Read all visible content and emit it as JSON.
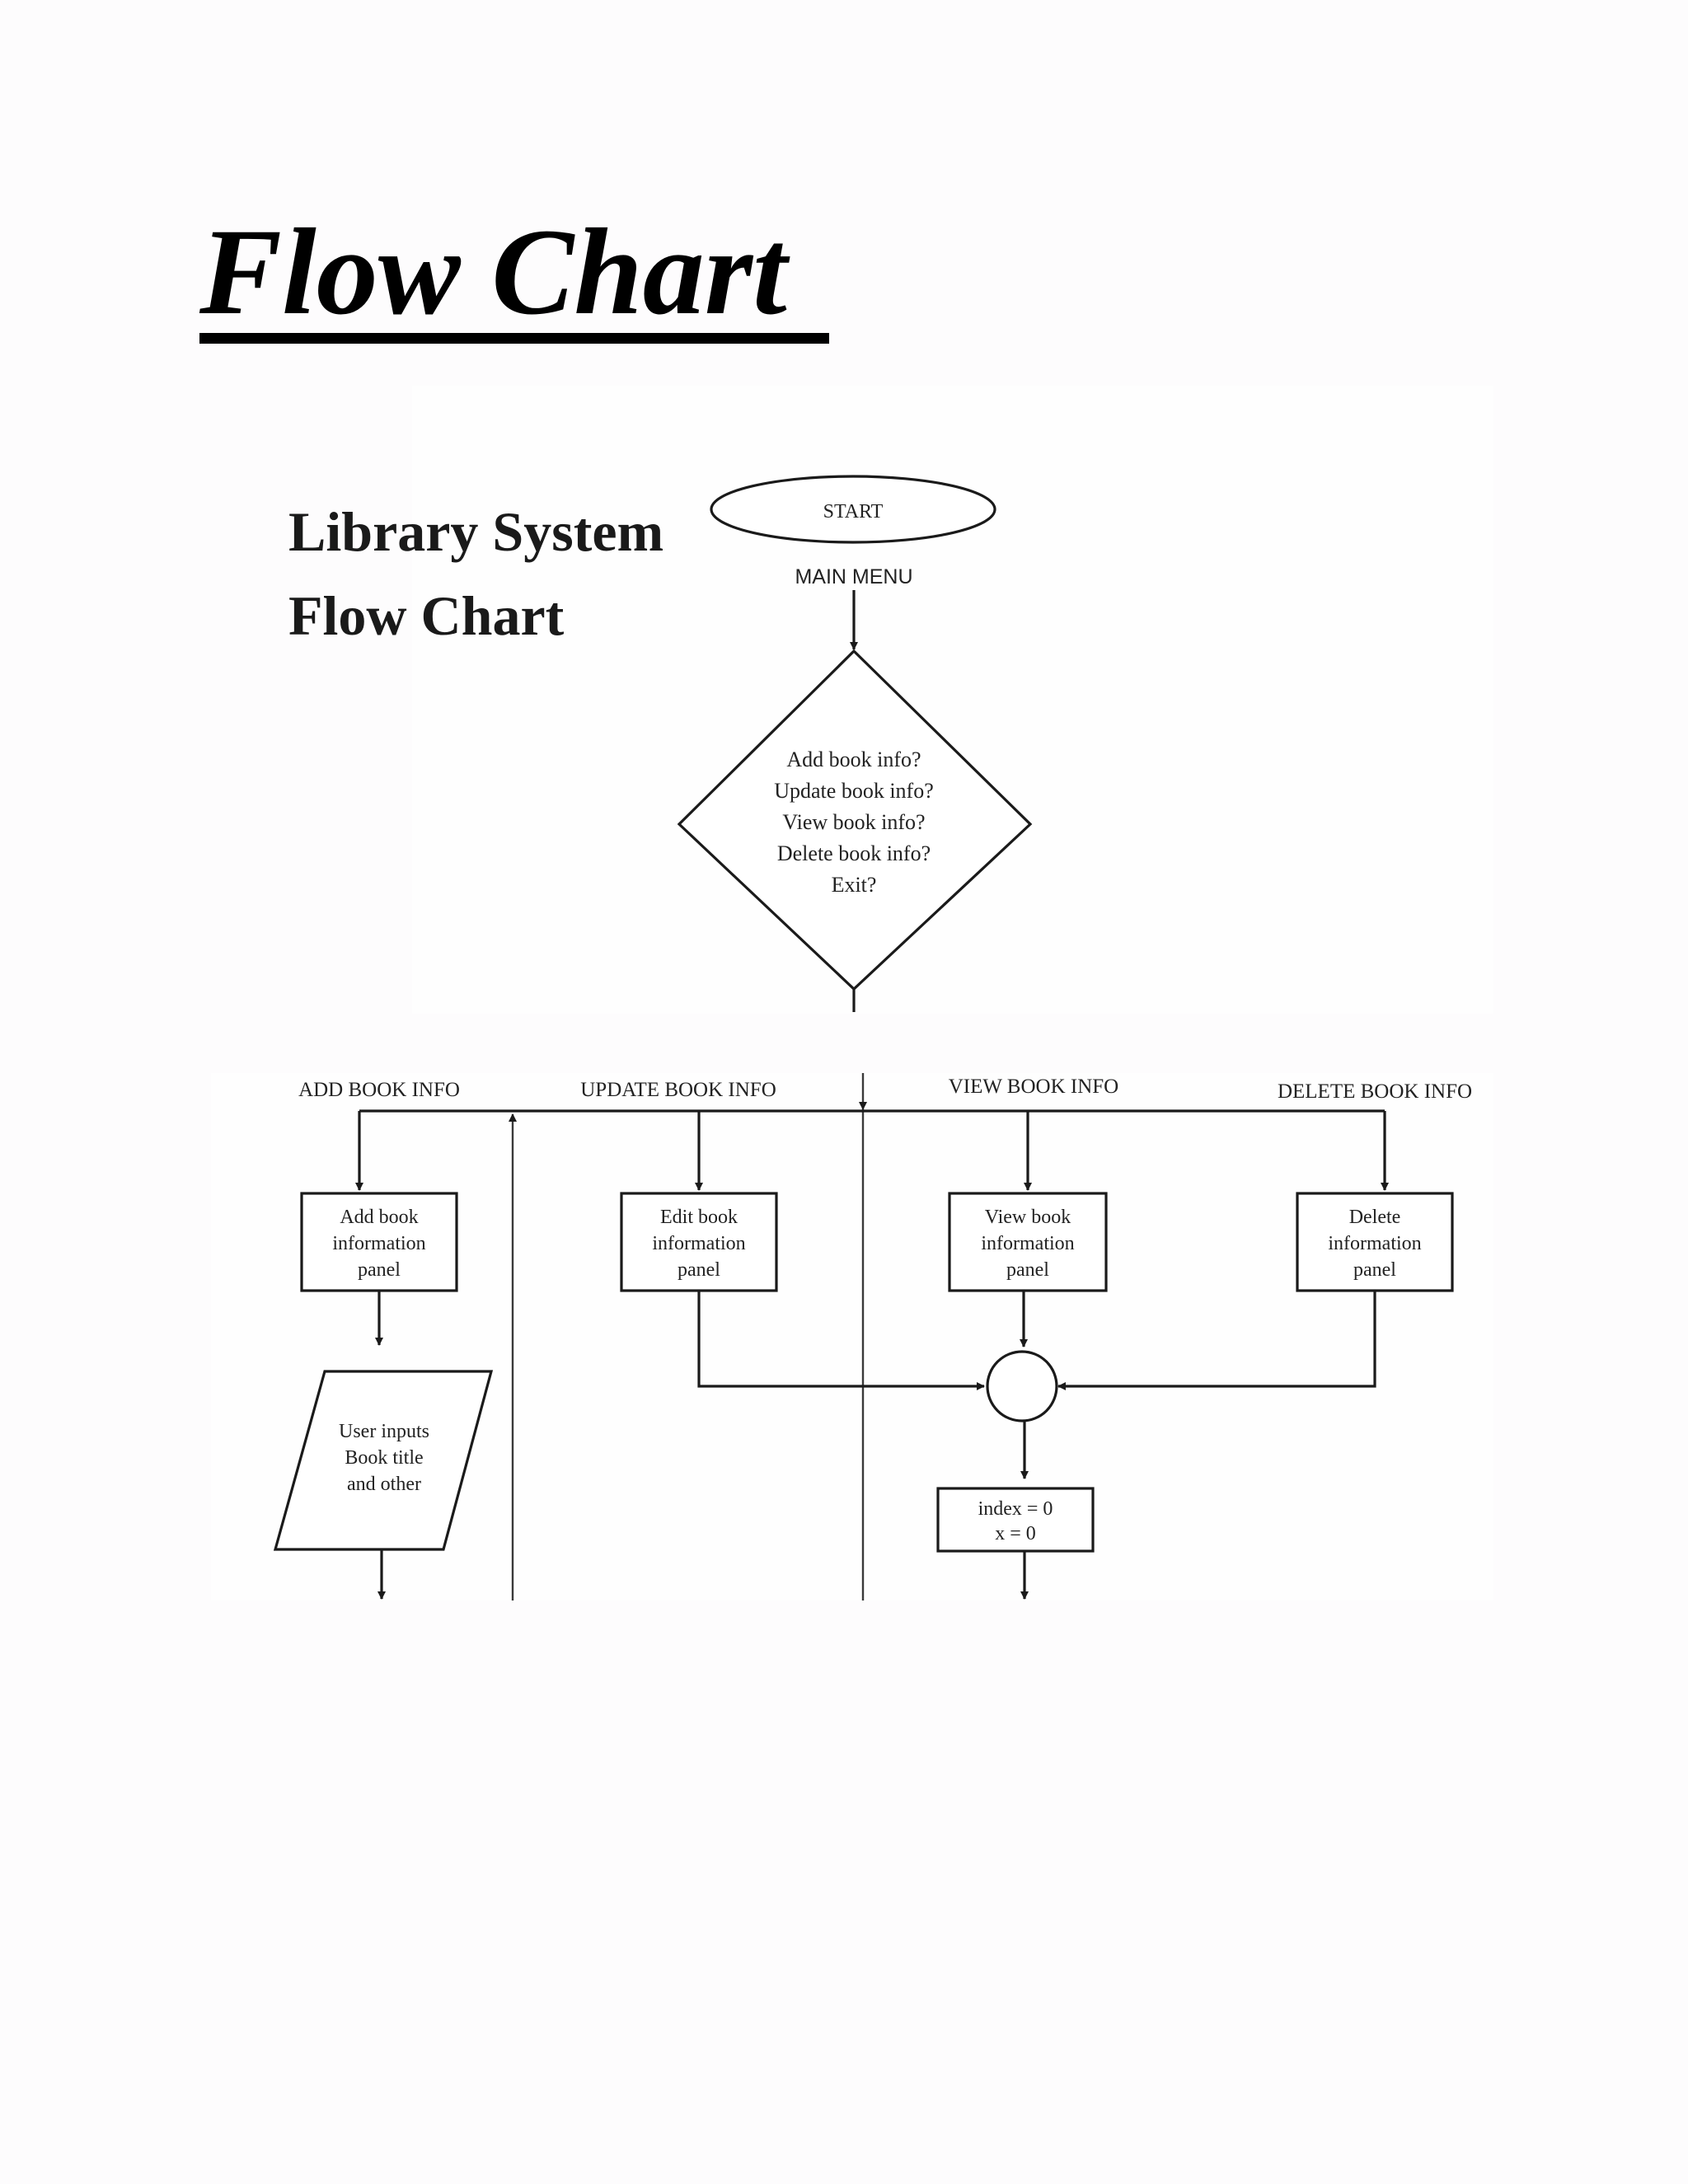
{
  "page": {
    "heading": "Flow Chart"
  },
  "diagram": {
    "title_lines": [
      "Library System",
      "Flow Chart"
    ],
    "start": "START",
    "main_menu": "MAIN MENU",
    "decision": [
      "Add book info?",
      "Update book info?",
      "View book info?",
      "Delete book info?",
      "Exit?"
    ],
    "branches": {
      "add": "ADD BOOK INFO",
      "update": "UPDATE BOOK INFO",
      "view": "VIEW BOOK INFO",
      "delete": "DELETE BOOK INFO"
    },
    "panels": {
      "add": [
        "Add book",
        "information",
        "panel"
      ],
      "edit": [
        "Edit book",
        "information",
        "panel"
      ],
      "view": [
        "View book",
        "information",
        "panel"
      ],
      "delete": [
        "Delete",
        "information",
        "panel"
      ]
    },
    "input_box": [
      "User inputs",
      "Book title",
      "and other"
    ],
    "init_box": [
      "index = 0",
      "x = 0"
    ]
  }
}
